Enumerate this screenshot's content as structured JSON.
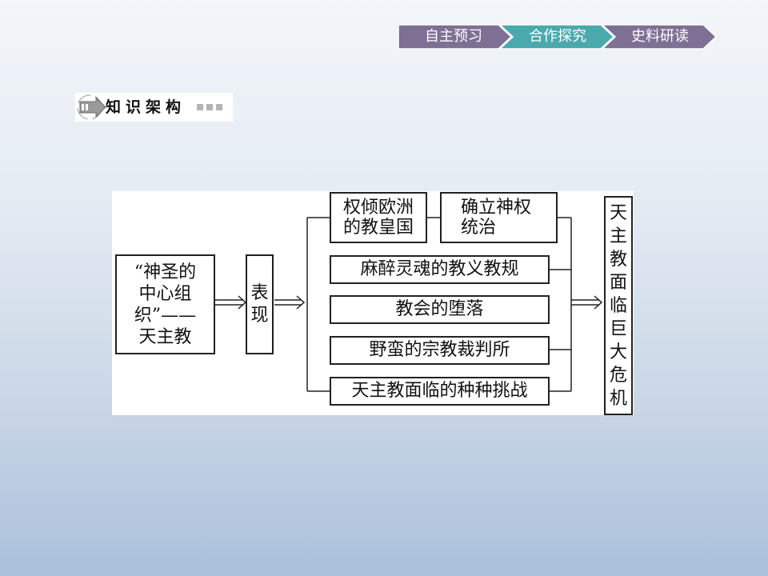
{
  "nav": {
    "tabs": [
      {
        "label": "自主预习"
      },
      {
        "label": "合作探究"
      },
      {
        "label": "史料研读"
      }
    ],
    "colors": {
      "tab1": "#7e6f95",
      "tab2": "#49a9ad",
      "tab3": "#7e6f95",
      "border": "#ffffff"
    }
  },
  "section": {
    "title": "知识架构",
    "icon": "arrow-icon"
  },
  "diagram": {
    "main_topic": "“神圣的中心组织”——天主教",
    "main_topic_lines": [
      "“神圣的",
      "中心组",
      "织”——",
      "天主教"
    ],
    "link_lines": [
      "表",
      "现"
    ],
    "branch1_left_lines": [
      "权倾欧洲",
      "的教皇国"
    ],
    "branch1_right_lines": [
      "确立神权",
      "统治"
    ],
    "branch2": "麻醉灵魂的教义教规",
    "branch3": "教会的堕落",
    "branch4": "野蛮的宗教裁判所",
    "branch5": "天主教面临的种种挑战",
    "result_chars": [
      "天",
      "主",
      "教",
      "面",
      "临",
      "巨",
      "大",
      "危",
      "机"
    ]
  }
}
